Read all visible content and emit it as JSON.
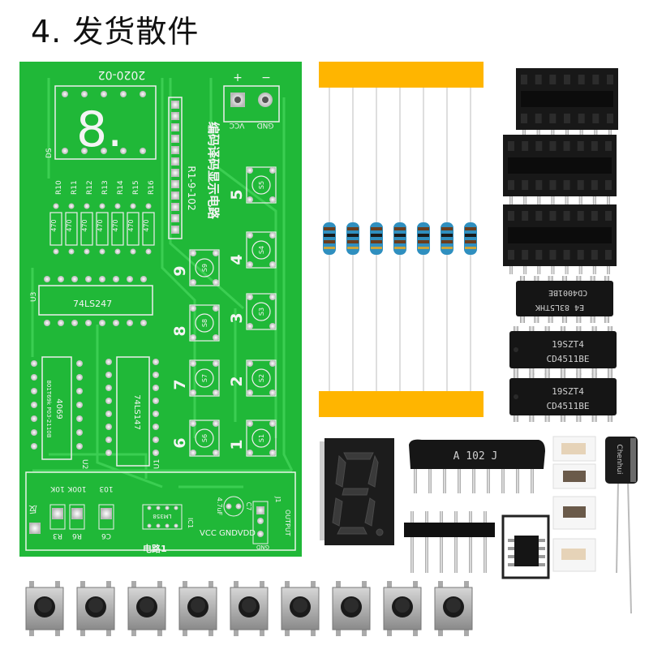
{
  "title": "4. 发货散件",
  "pcb": {
    "version": "2020-02",
    "board_title": "编码译码显示电路",
    "code": "R1-9-102",
    "plus": "+",
    "minus": "−",
    "vcc": "VCC",
    "gnd": "GND",
    "ds": "DS",
    "resistor_labels": [
      "R10",
      "R11",
      "R12",
      "R13",
      "R14",
      "R15",
      "R16"
    ],
    "resistor_value": "470",
    "u3_label": "U3",
    "u3_chip": "74LS247",
    "u2_label": "U2",
    "u2_chip": "4069",
    "u2_note": "801T69k P03-2110B",
    "u1_label": "U1",
    "u1_chip": "74LS147",
    "digits": [
      "9",
      "8",
      "7",
      "6",
      "5",
      "4",
      "3",
      "2",
      "1"
    ],
    "switches": [
      "S9",
      "S8",
      "S7",
      "S6",
      "S5",
      "S4",
      "S3",
      "S2",
      "S1"
    ],
    "bottom_labels": {
      "r3": "R3",
      "r6": "R6",
      "c6": "C6",
      "val_10k": "10K",
      "val_100k": "100K",
      "val_103": "103",
      "fan": "反",
      "c7": "C7",
      "c7_val": "4.7uF",
      "ic": "IC1",
      "ic_chip": "LM358",
      "j1": "J1",
      "output": "OUTPUT",
      "gnd2": "GND",
      "power_row": "VCC GNDVDD",
      "circuit": "电路1"
    }
  },
  "parts": {
    "chip_top": {
      "line1": "CD4001BE",
      "line2": "E4 83L5THK"
    },
    "chip_mid": {
      "line1": "19SZT4",
      "line2": "CD4511BE"
    },
    "chip_bot": {
      "line1": "19SZT4",
      "line2": "CD4511BE"
    },
    "resistor_network": "A 102 J",
    "capacitor_brand": "Chenhui",
    "button_count": 9,
    "resistor_count": 7
  },
  "colors": {
    "pcb_green": "#20b838",
    "pcb_trace": "#3fd155",
    "tape_orange": "#ffb500",
    "chip_black": "#151515"
  }
}
